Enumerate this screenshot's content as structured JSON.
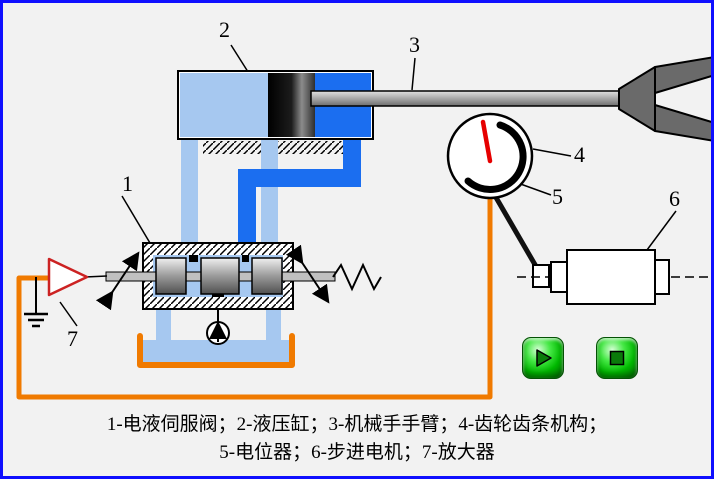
{
  "callouts": {
    "c1": "1",
    "c2": "2",
    "c3": "3",
    "c4": "4",
    "c5": "5",
    "c6": "6",
    "c7": "7"
  },
  "caption": {
    "line1": "1-电液伺服阀；2-液压缸；3-机械手手臂；4-齿轮齿条机构；",
    "line2": "5-电位器；6-步进电机；7-放大器"
  },
  "controls": {
    "play_label": "play",
    "stop_label": "stop"
  },
  "icons": {
    "play": "play-icon",
    "stop": "stop-icon"
  },
  "colors": {
    "frame_blue": "#0f0fff",
    "pipe_blue": "#1b6ef0",
    "light_blue": "#a6c8f0",
    "wire_orange": "#f07a00",
    "needle_red": "#e60000",
    "amplifier_red": "#cc2222",
    "button_green": "#00b900"
  }
}
